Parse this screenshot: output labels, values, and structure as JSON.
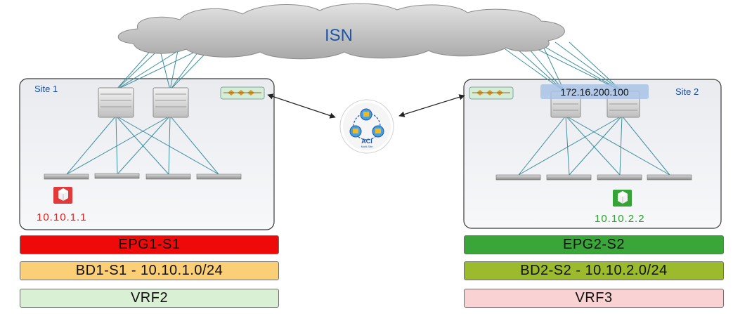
{
  "network": {
    "label": "ISN"
  },
  "orchestrator": {
    "label": "ACI",
    "sublabel": "Multi-Site"
  },
  "site1": {
    "name": "Site 1",
    "endpoint_ip": "10.10.1.1",
    "epg": {
      "label": "EPG1-S1",
      "color": "#ef0a0a"
    },
    "bd": {
      "label": "BD1-S1 - 10.10.1.0/24",
      "color": "#fbcf75"
    },
    "vrf": {
      "label": "VRF2",
      "color": "#d9f0d4"
    },
    "endpoint_color": "#e02020"
  },
  "site2": {
    "name": "Site 2",
    "anycast_ip": "172.16.200.100",
    "endpoint_ip": "10.10.2.2",
    "epg": {
      "label": "EPG2-S2",
      "color": "#3aa63a"
    },
    "bd": {
      "label": "BD2-S2 - 10.10.2.0/24",
      "color": "#9cbb2c"
    },
    "vrf": {
      "label": "VRF3",
      "color": "#f9d3d3"
    },
    "endpoint_color": "#2ea02e"
  }
}
